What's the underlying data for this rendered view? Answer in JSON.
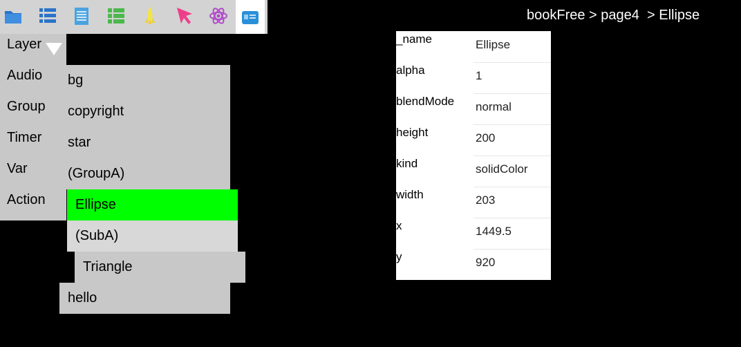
{
  "toolbar": {
    "items": [
      {
        "icon": "folder-icon",
        "color": "#2a73c9"
      },
      {
        "icon": "list-icon",
        "color": "#2a73c9"
      },
      {
        "icon": "document-icon",
        "color": "#4aa3e0"
      },
      {
        "icon": "grid-list-icon",
        "color": "#4cb84c"
      },
      {
        "icon": "rocket-icon",
        "color": "#f2e44a"
      },
      {
        "icon": "cursor-icon",
        "color": "#ee3e8a"
      },
      {
        "icon": "atom-icon",
        "color": "#b04cc8"
      },
      {
        "icon": "card-icon",
        "color": "#2a8fd8"
      }
    ]
  },
  "breadcrumb": "bookFree > page4  > Ellipse",
  "categories": [
    "Layer",
    "Audio",
    "Group",
    "Timer",
    "Var",
    "Action"
  ],
  "layers": [
    {
      "label": "bg",
      "state": "normal"
    },
    {
      "label": "copyright",
      "state": "normal"
    },
    {
      "label": "star",
      "state": "normal"
    },
    {
      "label": "(GroupA)",
      "state": "normal"
    },
    {
      "label": "Ellipse",
      "state": "selected"
    },
    {
      "label": "(SubA)",
      "state": "child"
    },
    {
      "label": "Triangle",
      "state": "grandchild"
    },
    {
      "label": "hello",
      "state": "normal"
    }
  ],
  "colors": {
    "selected": "#00ff00",
    "row": "#c8c8c8",
    "child_row": "#d8d8d8"
  },
  "properties": [
    {
      "key": "_name",
      "value": "Ellipse"
    },
    {
      "key": "alpha",
      "value": "1"
    },
    {
      "key": "blendMode",
      "value": "normal"
    },
    {
      "key": "height",
      "value": "200"
    },
    {
      "key": "kind",
      "value": "solidColor"
    },
    {
      "key": "width",
      "value": "203"
    },
    {
      "key": "x",
      "value": "1449.5"
    },
    {
      "key": "y",
      "value": "920"
    }
  ]
}
